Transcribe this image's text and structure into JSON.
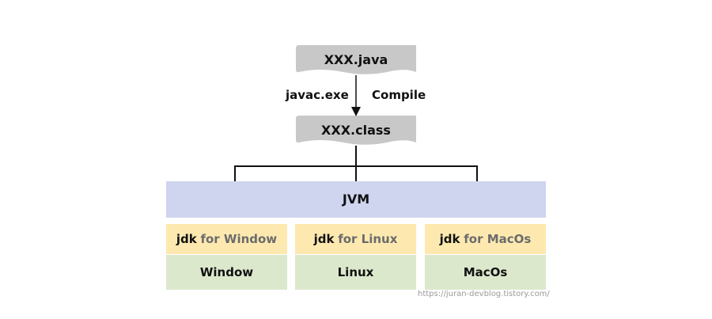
{
  "source_file": {
    "label": "XXX.java"
  },
  "compiled_file": {
    "label": "XXX.class"
  },
  "compile_step": {
    "tool": "javac.exe",
    "action": "Compile"
  },
  "jvm": {
    "label": "JVM"
  },
  "platforms": [
    {
      "jdk": "jdk",
      "for_text": "for Window",
      "os": "Window"
    },
    {
      "jdk": "jdk",
      "for_text": "for Linux",
      "os": "Linux"
    },
    {
      "jdk": "jdk",
      "for_text": "for MacOs",
      "os": "MacOs"
    }
  ],
  "watermark": "https://juran-devblog.tistory.com/",
  "colors": {
    "file_fill": "#c8c8c8",
    "jvm_fill": "#cfd5ef",
    "jdk_fill": "#fde9b0",
    "os_fill": "#dce8cc",
    "line": "#111111"
  }
}
